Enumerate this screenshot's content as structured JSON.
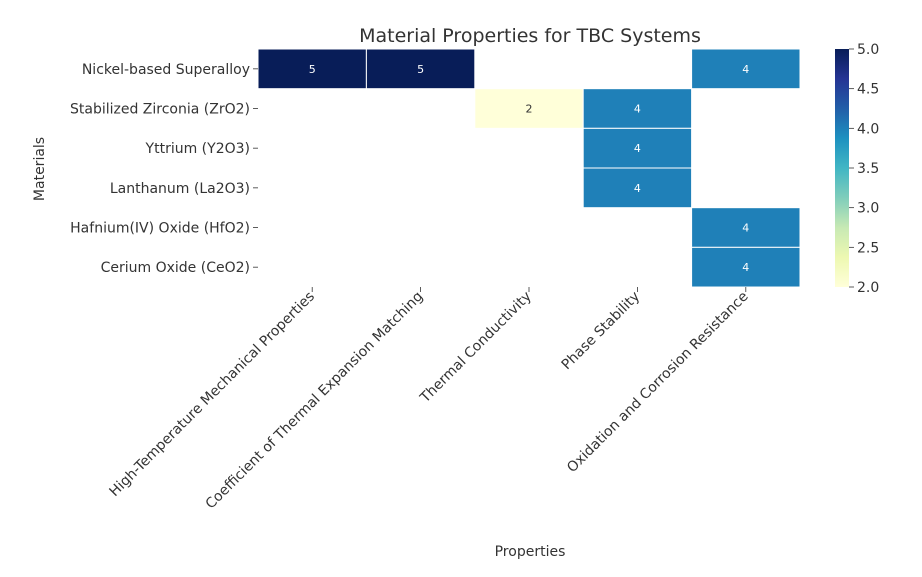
{
  "chart_data": {
    "type": "heatmap",
    "title": "Material Properties for TBC Systems",
    "xlabel": "Properties",
    "ylabel": "Materials",
    "rows": [
      "Nickel-based Superalloy",
      "Stabilized Zirconia (ZrO2)",
      "Yttrium (Y2O3)",
      "Lanthanum (La2O3)",
      "Hafnium(IV) Oxide (HfO2)",
      "Cerium Oxide (CeO2)"
    ],
    "columns": [
      "High-Temperature Mechanical Properties",
      "Coefficient of Thermal Expansion Matching",
      "Thermal Conductivity",
      "Phase Stability",
      "Oxidation and Corrosion Resistance"
    ],
    "values": [
      [
        5,
        5,
        null,
        null,
        4
      ],
      [
        null,
        null,
        2,
        4,
        null
      ],
      [
        null,
        null,
        null,
        4,
        null
      ],
      [
        null,
        null,
        null,
        4,
        null
      ],
      [
        null,
        null,
        null,
        null,
        4
      ],
      [
        null,
        null,
        null,
        null,
        4
      ]
    ],
    "colorbar": {
      "min": 2.0,
      "max": 5.0,
      "ticks": [
        "2.0",
        "2.5",
        "3.0",
        "3.5",
        "4.0",
        "4.5",
        "5.0"
      ],
      "colormap": "YlGnBu"
    },
    "colors": {
      "low": "#ffffd9",
      "mid": "#2c7fb8",
      "high": "#081d58",
      "cell_text_dark": "#333333",
      "cell_text_light": "#ffffff"
    },
    "grid": false,
    "legend": "colorbar-right"
  }
}
